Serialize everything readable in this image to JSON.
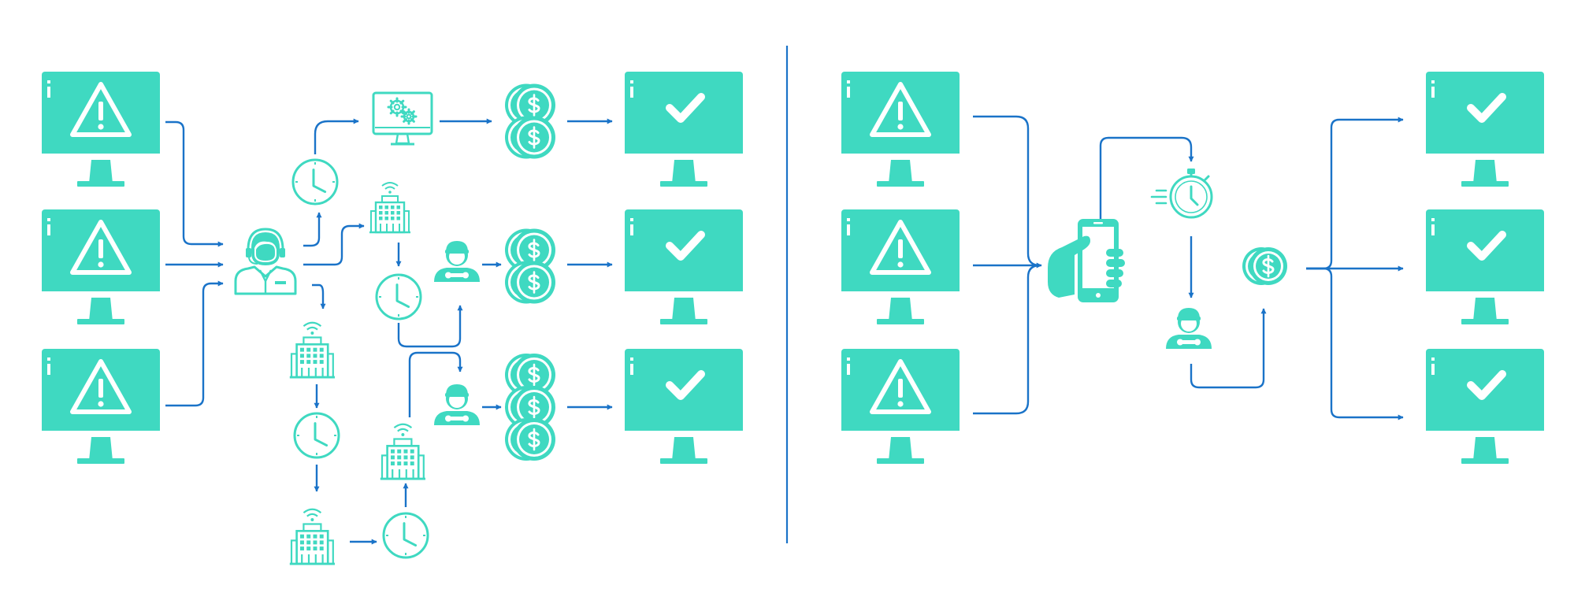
{
  "colors": {
    "teal": "#3fd9c1",
    "blue": "#1a73c8",
    "white": "#ffffff"
  },
  "icons": {
    "alert_monitor": "alert-monitor-icon",
    "resolved_monitor": "resolved-monitor-icon",
    "support_agent": "support-agent-icon",
    "clock": "clock-icon",
    "stopwatch": "stopwatch-icon",
    "settings_monitor": "settings-monitor-icon",
    "office_building": "office-building-icon",
    "technician": "technician-icon",
    "coins": "dollar-coins-icon",
    "smartphone": "hand-smartphone-icon"
  },
  "panels": [
    {
      "name": "left",
      "stages": [
        "alerts",
        "support-agent",
        "time",
        "building",
        "technician",
        "cost",
        "resolved"
      ],
      "cost_coin_stacks": [
        2,
        2,
        3
      ],
      "alert_count": 3,
      "resolved_count": 3
    },
    {
      "name": "right",
      "stages": [
        "alerts",
        "smartphone",
        "stopwatch",
        "technician",
        "cost",
        "resolved"
      ],
      "cost_coin_stacks": [
        1
      ],
      "alert_count": 3,
      "resolved_count": 3
    }
  ]
}
